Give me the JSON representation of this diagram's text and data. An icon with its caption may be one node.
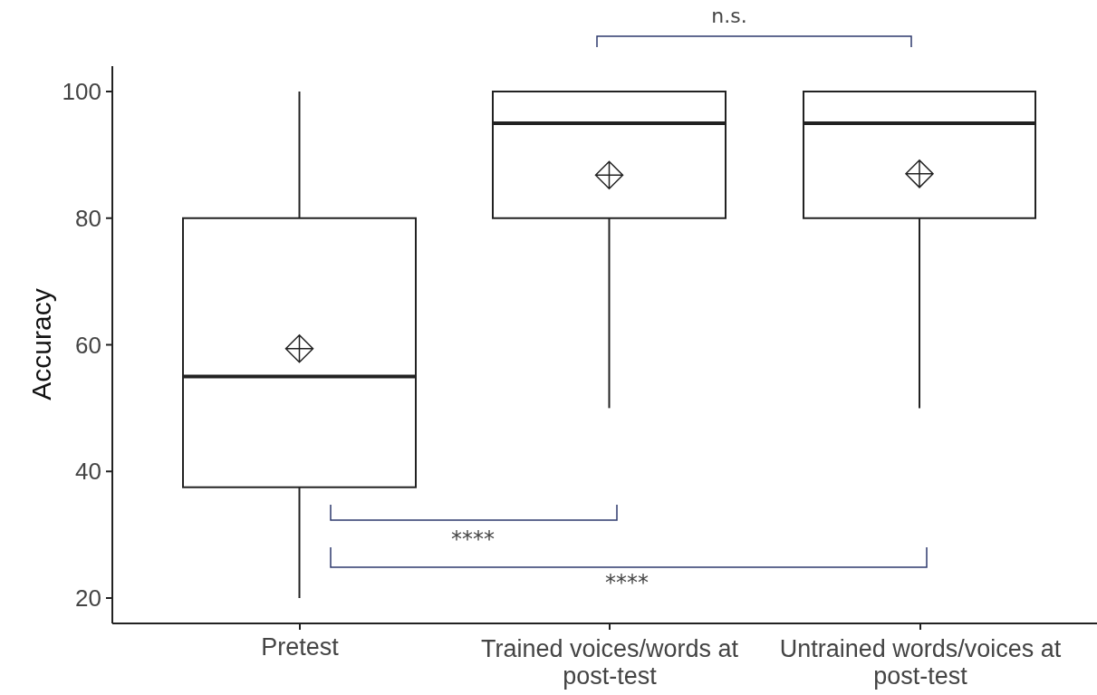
{
  "diagram": {
    "labels": [
      "n.s.",
      "100",
      "80",
      "60",
      "Accuracy",
      "40",
      "****",
      "****",
      "20",
      "Pretest",
      "Trained voices/words at post-test",
      "Untrained words/voices at post-test"
    ]
  }
}
